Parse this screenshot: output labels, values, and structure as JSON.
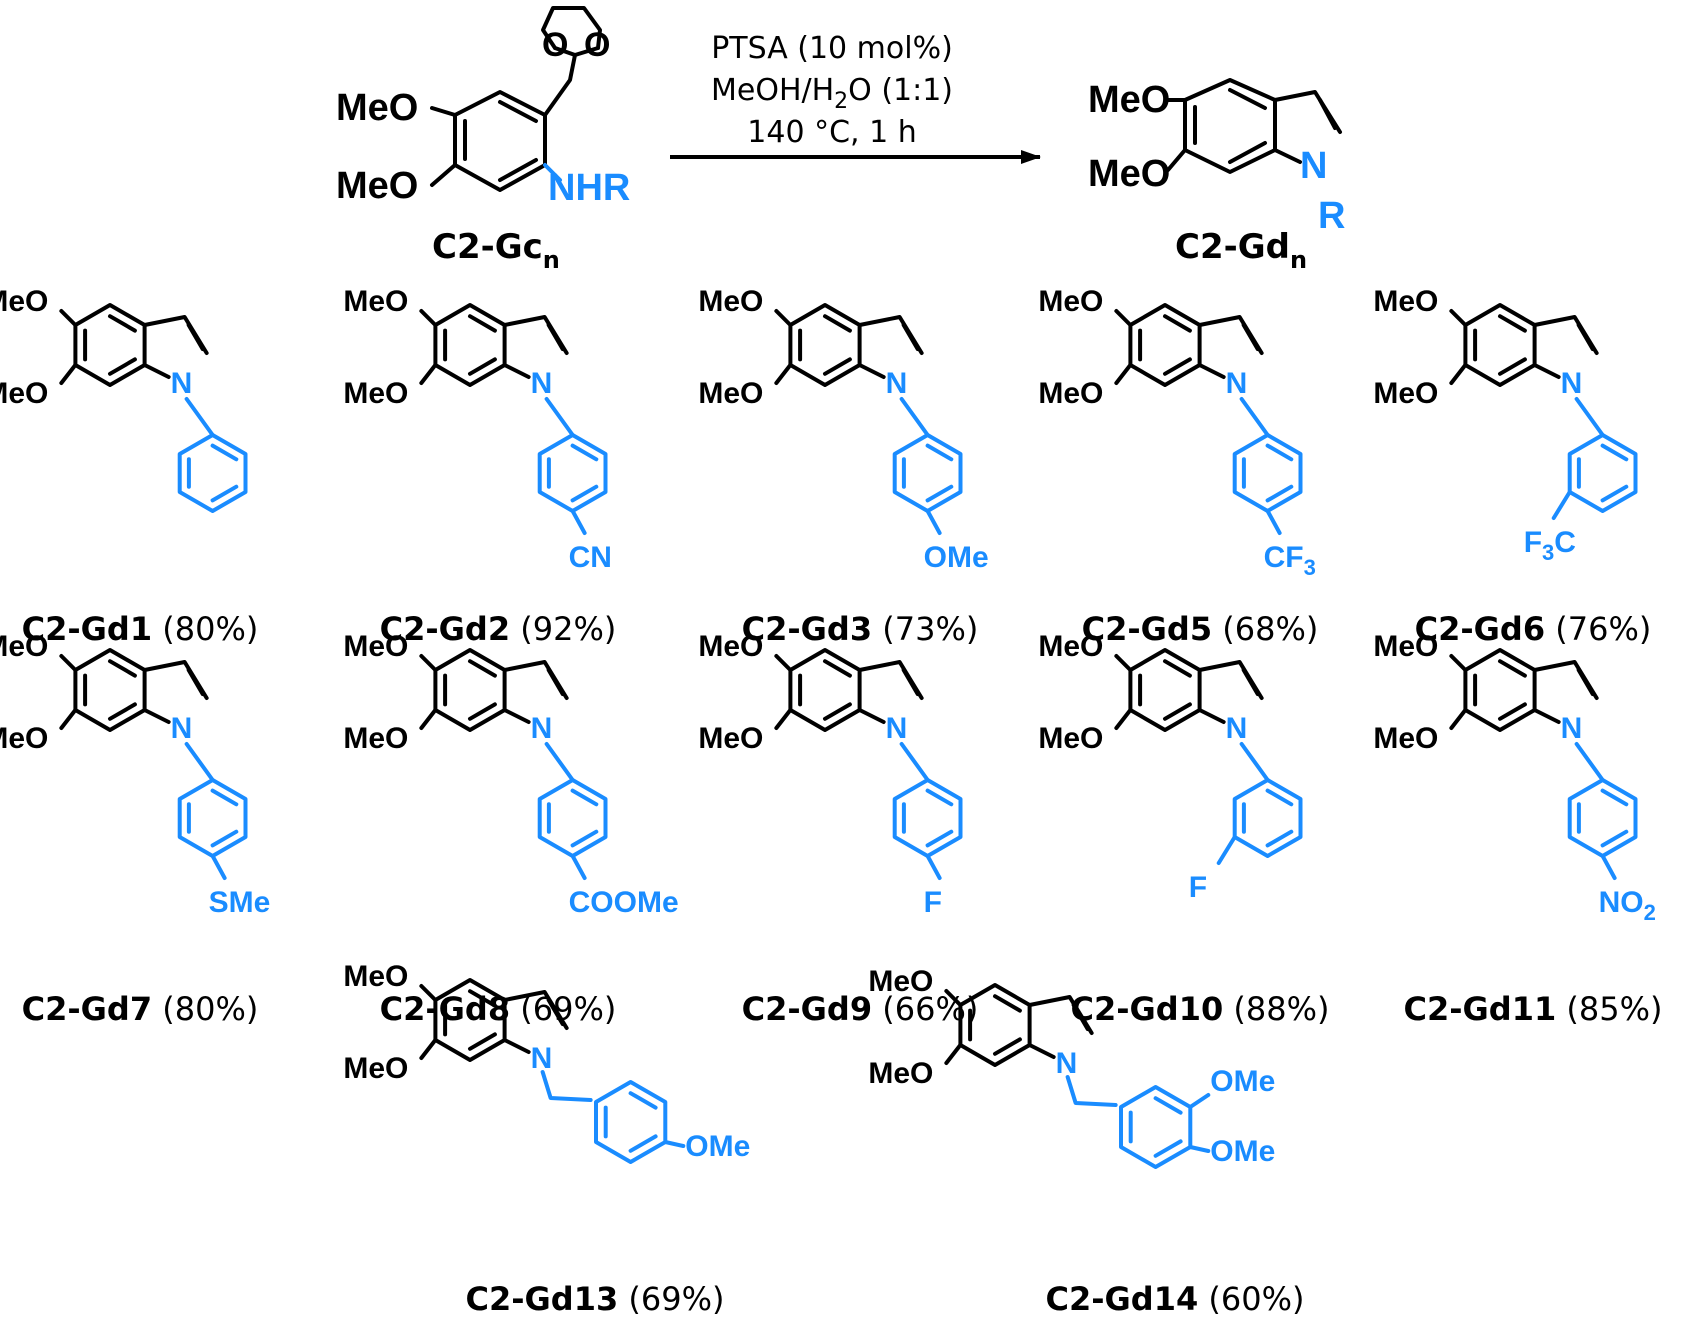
{
  "colors": {
    "black": "#000000",
    "blue": "#1a8cff"
  },
  "reaction": {
    "conditions": [
      "PTSA (10 mol%)",
      "MeOH/H2O (1:1)",
      "140 °C, 1 h"
    ],
    "cond2": {
      "a": "MeOH/H",
      "sub": "2",
      "b": "O (1:1)"
    },
    "reactant": {
      "label": "C2-Gc",
      "label_sub": "n",
      "meo_top": "MeO",
      "meo_bottom": "MeO",
      "nhr": "NHR",
      "o": "O"
    },
    "product": {
      "label": "C2-Gd",
      "label_sub": "n",
      "meo_top": "MeO",
      "meo_bottom": "MeO",
      "n": "N",
      "r": "R"
    }
  },
  "compounds": [
    {
      "id": "C2-Gd1",
      "yield": "(80%)",
      "sub": ""
    },
    {
      "id": "C2-Gd2",
      "yield": "(92%)",
      "sub": "CN"
    },
    {
      "id": "C2-Gd3",
      "yield": "(73%)",
      "sub": "OMe"
    },
    {
      "id": "C2-Gd5",
      "yield": "(68%)",
      "sub": "CF",
      "sub_sub": "3"
    },
    {
      "id": "C2-Gd6",
      "yield": "(76%)",
      "sub": "F",
      "sub_sub": "3",
      "sub_tail": "C"
    },
    {
      "id": "C2-Gd7",
      "yield": "(80%)",
      "sub": "SMe"
    },
    {
      "id": "C2-Gd8",
      "yield": "(69%)",
      "sub": "COOMe"
    },
    {
      "id": "C2-Gd9",
      "yield": "(66%)",
      "sub": "F"
    },
    {
      "id": "C2-Gd10",
      "yield": "(88%)",
      "sub": "F"
    },
    {
      "id": "C2-Gd11",
      "yield": "(85%)",
      "sub": "NO",
      "sub_sub": "2"
    },
    {
      "id": "C2-Gd13",
      "yield": "(69%)",
      "sub": "OMe"
    },
    {
      "id": "C2-Gd14",
      "yield": "(60%)",
      "sub": "OMe",
      "sub2": "OMe"
    }
  ],
  "atoms": {
    "meo": "MeO",
    "n": "N"
  }
}
